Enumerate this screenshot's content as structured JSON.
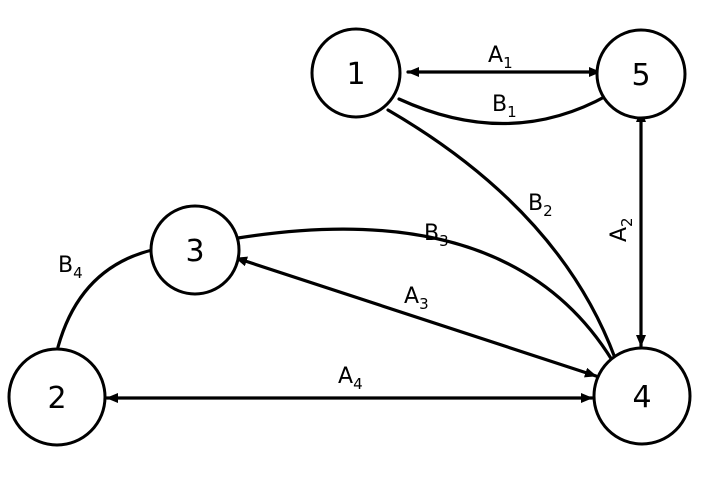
{
  "colors": {
    "stroke": "#000000",
    "background": "#ffffff"
  },
  "nodes": {
    "n1": {
      "label": "1"
    },
    "n2": {
      "label": "2"
    },
    "n3": {
      "label": "3"
    },
    "n4": {
      "label": "4"
    },
    "n5": {
      "label": "5"
    }
  },
  "edges": {
    "a1": {
      "letter": "A",
      "index": "1"
    },
    "b1": {
      "letter": "B",
      "index": "1"
    },
    "b2": {
      "letter": "B",
      "index": "2"
    },
    "a2": {
      "letter": "A",
      "index": "2"
    },
    "b3": {
      "letter": "B",
      "index": "3"
    },
    "a3": {
      "letter": "A",
      "index": "3"
    },
    "b4": {
      "letter": "B",
      "index": "4"
    },
    "a4": {
      "letter": "A",
      "index": "4"
    }
  }
}
